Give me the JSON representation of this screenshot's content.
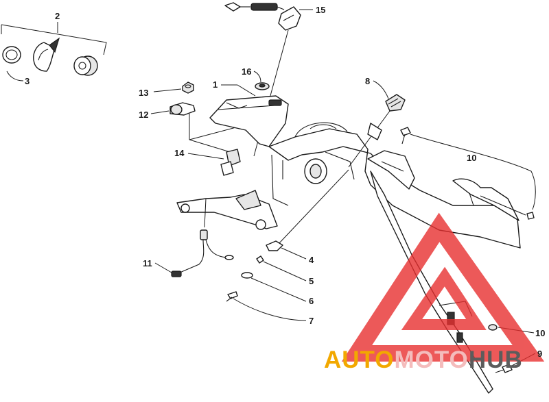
{
  "callouts": {
    "c1": "1",
    "c2": "2",
    "c3": "3",
    "c4": "4",
    "c5": "5",
    "c6": "6",
    "c7": "7",
    "c8": "8",
    "c9": "9",
    "c10a": "10",
    "c10b": "10",
    "c11": "11",
    "c12": "12",
    "c13": "13",
    "c14": "14",
    "c15": "15",
    "c16": "16"
  },
  "watermark": {
    "part1": "AUTO",
    "part2": "MOTO",
    "part3": "HUB",
    "color_part1": "#f2a800",
    "color_part2": "#f4bcbc",
    "color_part3": "#5c5c5c",
    "triangle_color": "#e83030"
  }
}
